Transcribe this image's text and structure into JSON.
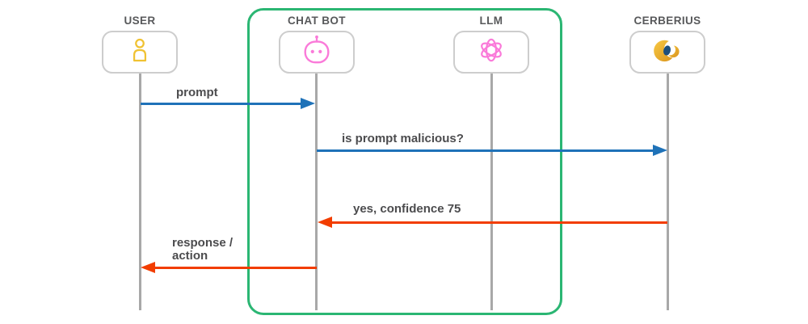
{
  "diagram": {
    "type": "sequence-diagram",
    "actors": [
      {
        "label": "USER",
        "icon": "person-icon",
        "icon_color": "#f0c232"
      },
      {
        "label": "CHAT BOT",
        "icon": "robot-icon",
        "icon_color": "#fa7ad9"
      },
      {
        "label": "LLM",
        "icon": "atom-icon",
        "icon_color": "#fa7ad9"
      },
      {
        "label": "CERBERIUS",
        "icon": "cerberius-eye-icon",
        "icon_color": "#e8a825"
      }
    ],
    "group_box": {
      "contains": [
        "CHAT BOT",
        "LLM"
      ],
      "border_color": "#2bb673"
    },
    "messages": [
      {
        "from": "USER",
        "to": "CHAT BOT",
        "label": "prompt",
        "direction": "right",
        "color": "#1f72b8"
      },
      {
        "from": "CHAT BOT",
        "to": "CERBERIUS",
        "label": "is prompt malicious?",
        "direction": "right",
        "color": "#1f72b8"
      },
      {
        "from": "CERBERIUS",
        "to": "CHAT BOT",
        "label": "yes, confidence 75",
        "direction": "left",
        "color": "#f23d00"
      },
      {
        "from": "CHAT BOT",
        "to": "USER",
        "label": "response / action",
        "direction": "left",
        "color": "#f23d00"
      }
    ],
    "colors": {
      "blue_arrow": "#1f72b8",
      "orange_arrow": "#f23d00",
      "group_border": "#2bb673",
      "lifeline": "#a8a8a8",
      "actor_box_border": "#cdcdcd",
      "label_text": "#58595b",
      "cerberius_gold": "#e8a825",
      "cerberius_navy": "#1d4f7c"
    }
  }
}
